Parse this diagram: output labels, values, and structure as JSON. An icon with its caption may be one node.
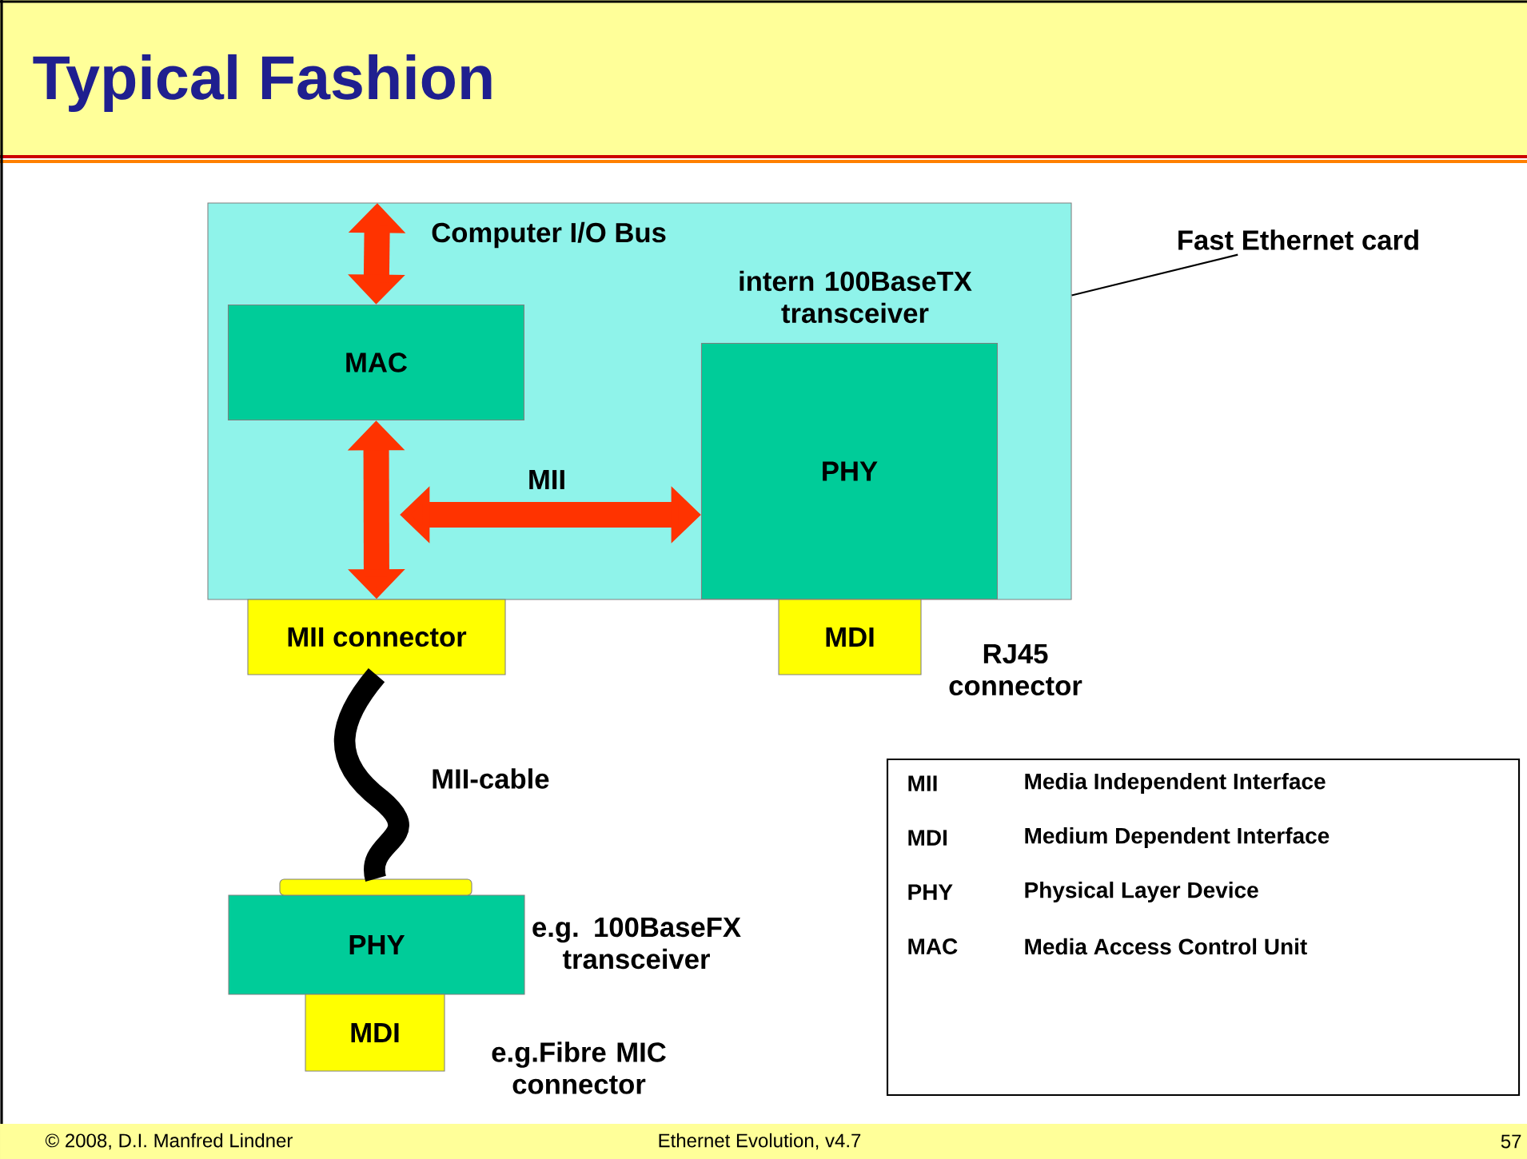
{
  "diagram": {
    "title": "Typical Fashion",
    "nodes": [
      {
        "text": [],
        "shape": "box"
      },
      {
        "text": [
          "Fast Ethernet card"
        ]
      },
      {
        "text": [
          "MAC"
        ],
        "in": 0
      },
      {
        "text": [
          "intern 100BaseTX transceiver",
          "PHY"
        ],
        "in": 0
      },
      {
        "text": [
          "MII connector"
        ]
      },
      {
        "text": [
          "MDI"
        ],
        "beside": [
          "RJ45 connector"
        ]
      },
      {
        "text": [
          "PHY"
        ],
        "beside": [
          "e.g. 100BaseFX transceiver"
        ]
      },
      {
        "text": [],
        "shape": "bar"
      },
      {
        "text": [
          "MDI"
        ],
        "beside": [
          "e.g.Fibre MIC connector"
        ]
      }
    ],
    "edges": [
      {
        "from": null,
        "to": 2,
        "arrow": "both",
        "label": "Computer I/O Bus"
      },
      {
        "from": 2,
        "to": 4,
        "arrow": "both"
      },
      {
        "from": null,
        "to": 3,
        "arrow": "both",
        "label": "MII"
      },
      {
        "from": 4,
        "to": 7,
        "arrow": "none",
        "label": "MII-cable",
        "color": "#000000"
      },
      {
        "from": 1,
        "to": 0,
        "arrow": "none",
        "color": "#000000"
      }
    ],
    "labels": [
      "MII",
      "Media Independent Interface",
      "MDI",
      "Medium Dependent Interface",
      "PHY",
      "Physical Layer Device",
      "MAC",
      "Media Access Control Unit",
      "© 2008, D.I. Manfred Lindner",
      "Ethernet Evolution, v4.7",
      "57"
    ]
  }
}
